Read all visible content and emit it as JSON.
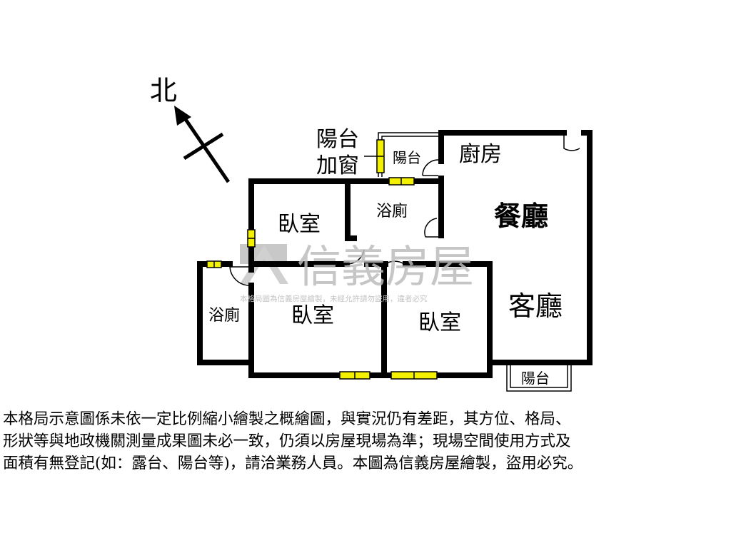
{
  "compass": {
    "north_label": "北"
  },
  "rooms": {
    "balcony_window_line1": "陽台",
    "balcony_window_line2": "加窗",
    "balcony_top": "陽台",
    "kitchen": "廚房",
    "dining": "餐廳",
    "living": "客廳",
    "bath_upper": "浴廁",
    "bedroom_upper": "臥室",
    "bath_left": "浴廁",
    "bedroom_mid": "臥室",
    "bedroom_right": "臥室",
    "balcony_bottom": "陽台"
  },
  "watermark": {
    "brand": "信義房屋",
    "notice": "本格局圖為信義房屋繪製，未經允許請勿盜用，違者必究"
  },
  "disclaimer": {
    "line1": "本格局示意圖係未依一定比例縮小繪製之概繪圖，與實況仍有差距，其方位、格局、",
    "line2": "形狀等與地政機關測量成果圖未必一致，仍須以房屋現場為準；現場空間使用方式及",
    "line3": "面積有無登記(如：露台、陽台等)，請洽業務人員。本圖為信義房屋繪製，盜用必究。"
  },
  "colors": {
    "wall": "#000000",
    "window_fill": "#f3f000",
    "watermark": "#bdbdbd"
  }
}
